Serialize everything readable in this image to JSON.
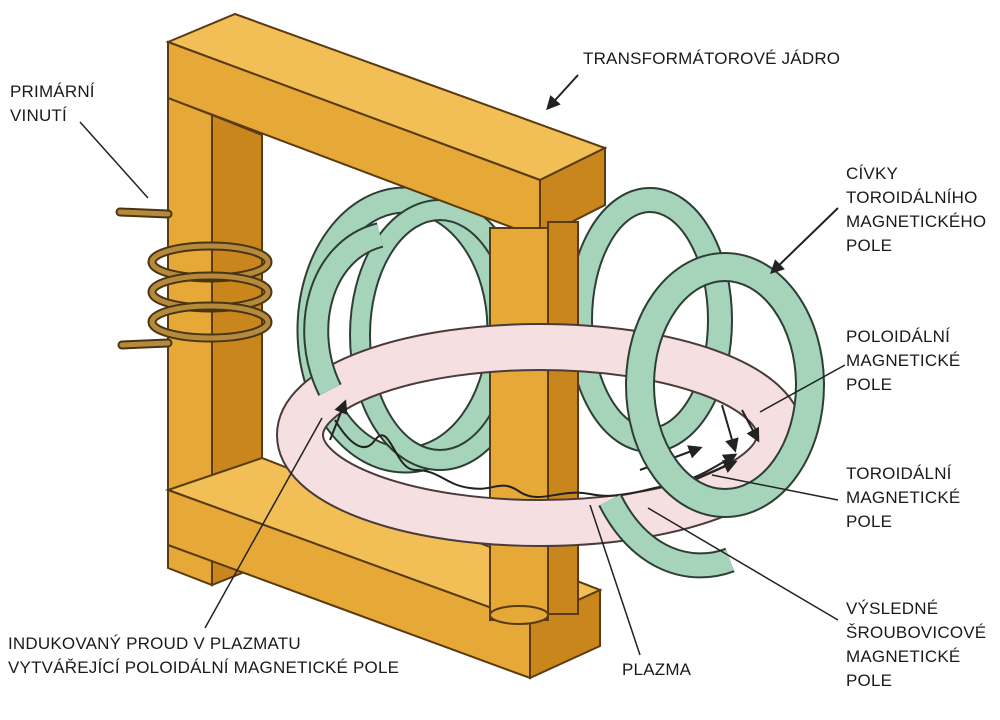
{
  "colors": {
    "core": "#e6a837",
    "core_light": "#f1bf55",
    "core_dark": "#c8861d",
    "core_outline": "#5a3a10",
    "coil": "#a5d4ba",
    "coil_outline": "#2e3e34",
    "plasma": "#f5dfe0",
    "plasma_outline": "#4a3a3a",
    "winding": "#b58a3d",
    "arrow": "#222222"
  },
  "labels": {
    "transformer_core": [
      "TRANSFORMÁTOROVÉ JÁDRO"
    ],
    "primary_winding": [
      "PRIMÁRNÍ",
      "VINUTÍ"
    ],
    "toroidal_coils": [
      "CÍVKY",
      "TOROIDÁLNÍHO",
      "MAGNETICKÉHO",
      "POLE"
    ],
    "poloidal_field": [
      "POLOIDÁLNÍ",
      "MAGNETICKÉ",
      "POLE"
    ],
    "toroidal_field": [
      "TOROIDÁLNÍ",
      "MAGNETICKÉ",
      "POLE"
    ],
    "helical_field": [
      "VÝSLEDNÉ",
      "ŠROUBOVICOVÉ",
      "MAGNETICKÉ",
      "POLE"
    ],
    "induced_current": [
      "INDUKOVANÝ PROUD V PLAZMATU",
      "VYTVÁŘEJÍCÍ POLOIDÁLNÍ MAGNETICKÉ POLE"
    ],
    "plasma": [
      "PLAZMA"
    ]
  }
}
